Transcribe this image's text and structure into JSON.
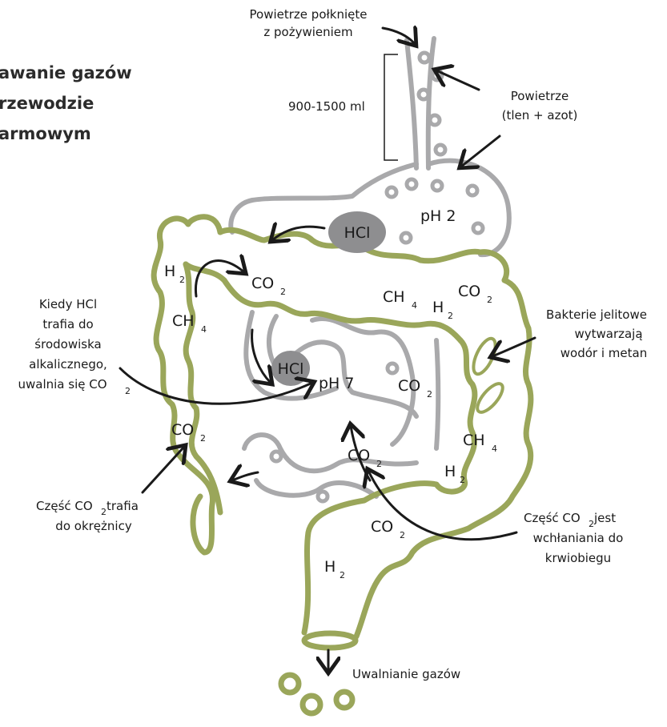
{
  "title": {
    "lines": [
      "awanie gazów",
      "rzewodzie",
      "armowym"
    ]
  },
  "labels": {
    "swallowed_air": [
      "Powietrze połknięte",
      "z pożywieniem"
    ],
    "volume": "900-1500 ml",
    "air": [
      "Powietrze",
      "(tlen + azot)"
    ],
    "hcl_alkaline": [
      "Kiedy HCl",
      "trafia do",
      "środowiska",
      "alkalicznego,",
      "uwalnia się CO"
    ],
    "hcl_alkaline_sub": "2",
    "bacteria": [
      "Bakterie jelitowe",
      "wytwarzają",
      "wodór i metan"
    ],
    "co2_colon": [
      "Część CO",
      "2",
      " trafia",
      "do okrężnicy"
    ],
    "co2_absorbed": [
      "Część CO",
      "2",
      " jest",
      "wchłaniania do",
      "krwiobiegu"
    ],
    "release": "Uwalnianie gazów"
  },
  "stomach": {
    "ph": "pH 2",
    "hcl": "HCl"
  },
  "small_intestine": {
    "ph": "pH 7",
    "hcl": "HCl"
  },
  "gases": {
    "h2": "H",
    "h2_sub": "2",
    "co2": "CO",
    "co2_sub": "2",
    "ch4": "CH",
    "ch4_sub": "4"
  },
  "colors": {
    "gray_tract": "#a9a9ab",
    "colon_green": "#9aa65a",
    "hcl_fill": "#8e8e90",
    "arrow": "#1a1a1a"
  }
}
